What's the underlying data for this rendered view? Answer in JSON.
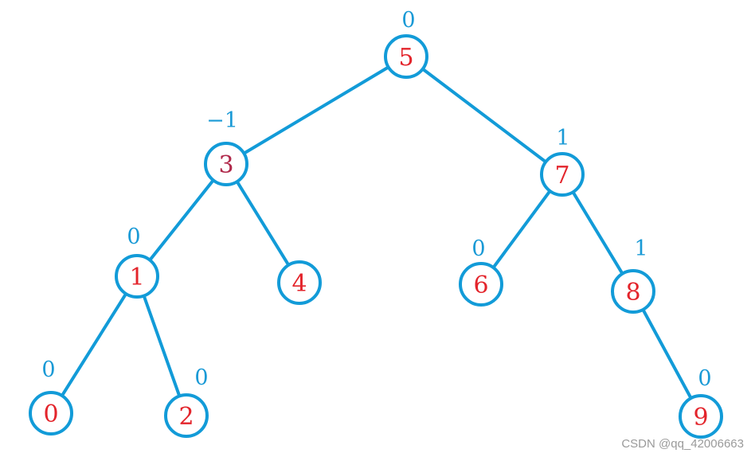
{
  "colors": {
    "edge": "#129bd8",
    "node_stroke": "#129bd8",
    "node_text": "#e3242b",
    "node_text_alt": "#b0284a",
    "balance_text": "#1a9ad6",
    "background": "#ffffff"
  },
  "nodes": [
    {
      "id": "n5",
      "value": "5",
      "balance": "0"
    },
    {
      "id": "n3",
      "value": "3",
      "balance": "−1"
    },
    {
      "id": "n7",
      "value": "7",
      "balance": "1"
    },
    {
      "id": "n1",
      "value": "1",
      "balance": "0"
    },
    {
      "id": "n4",
      "value": "4",
      "balance": ""
    },
    {
      "id": "n6",
      "value": "6",
      "balance": "0"
    },
    {
      "id": "n8",
      "value": "8",
      "balance": "1"
    },
    {
      "id": "n0",
      "value": "0",
      "balance": "0"
    },
    {
      "id": "n2",
      "value": "2",
      "balance": "0"
    },
    {
      "id": "n9",
      "value": "9",
      "balance": "0"
    }
  ],
  "edges": [
    [
      "n5",
      "n3"
    ],
    [
      "n5",
      "n7"
    ],
    [
      "n3",
      "n1"
    ],
    [
      "n3",
      "n4"
    ],
    [
      "n1",
      "n0"
    ],
    [
      "n1",
      "n2"
    ],
    [
      "n7",
      "n6"
    ],
    [
      "n7",
      "n8"
    ],
    [
      "n8",
      "n9"
    ]
  ],
  "watermark": "CSDN @qq_42006663"
}
